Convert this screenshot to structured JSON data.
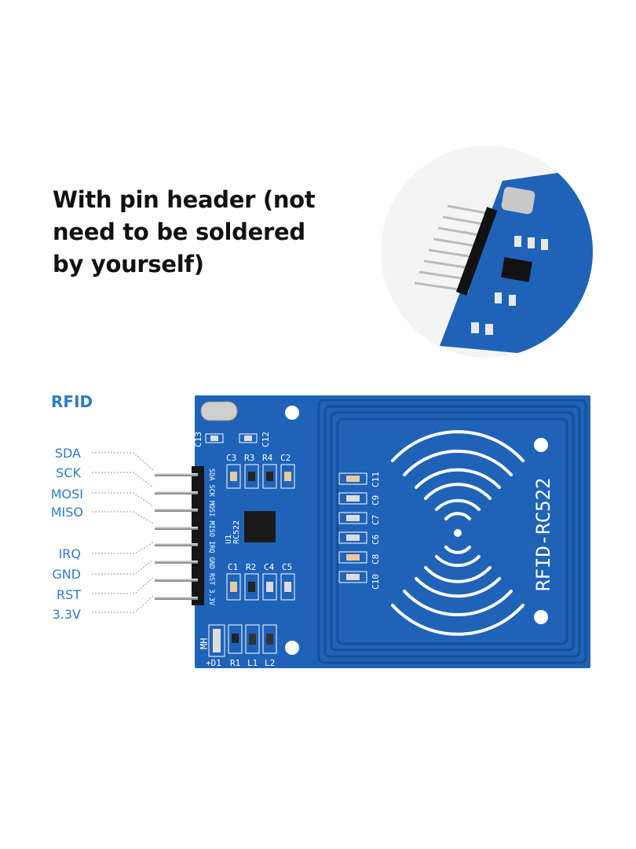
{
  "headline": {
    "lines": [
      "With pin header (not",
      "need to be soldered",
      "by yourself)"
    ]
  },
  "diagram": {
    "title": "RFID",
    "pins": [
      "SDA",
      "SCK",
      "MOSI",
      "MISO",
      "IRQ",
      "GND",
      "RST",
      "3.3V"
    ],
    "header_silkscreen": "SDA SCK MOSI MISO IRQ GND RST 3.3V",
    "board_name": "RFID-RC522",
    "chip_label": "U1",
    "chip_name": "RC522",
    "components_top": [
      "C3",
      "R3",
      "R4",
      "C2"
    ],
    "components_mid": [
      "C1",
      "R2",
      "C4",
      "C5"
    ],
    "components_bottom": [
      "+D1",
      "R1",
      "L1",
      "L2"
    ],
    "caps_top": [
      "C13",
      "C12"
    ],
    "caps_column": [
      "C11",
      "C9",
      "C7",
      "C6",
      "C8",
      "C10"
    ],
    "mh_label": "MH"
  },
  "colors": {
    "accent": "#2f7bc4",
    "pcb": "#1f63b8",
    "pcb_dark": "#164f98"
  }
}
